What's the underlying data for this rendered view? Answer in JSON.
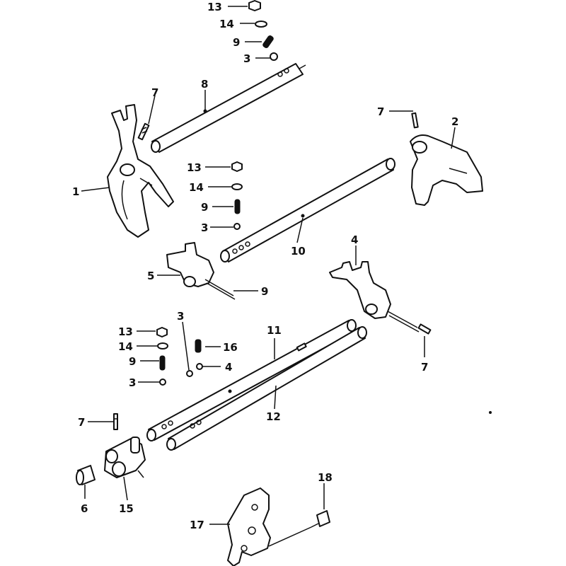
{
  "callouts": {
    "c1": "1",
    "c2": "2",
    "c3a": "3",
    "c3b": "3",
    "c3c": "3",
    "c3d": "3",
    "c4a": "4",
    "c4b": "4",
    "c5": "5",
    "c6": "6",
    "c7a": "7",
    "c7b": "7",
    "c7c": "7",
    "c7d": "7",
    "c8": "8",
    "c9a": "9",
    "c9b": "9",
    "c9c": "9",
    "c9d": "9",
    "c10": "10",
    "c11": "11",
    "c12": "12",
    "c13a": "13",
    "c13b": "13",
    "c13c": "13",
    "c14a": "14",
    "c14b": "14",
    "c14c": "14",
    "c15": "15",
    "c16": "16",
    "c17": "17",
    "c18": "18"
  },
  "colors": {
    "line": "#111111",
    "background": "#ffffff"
  }
}
